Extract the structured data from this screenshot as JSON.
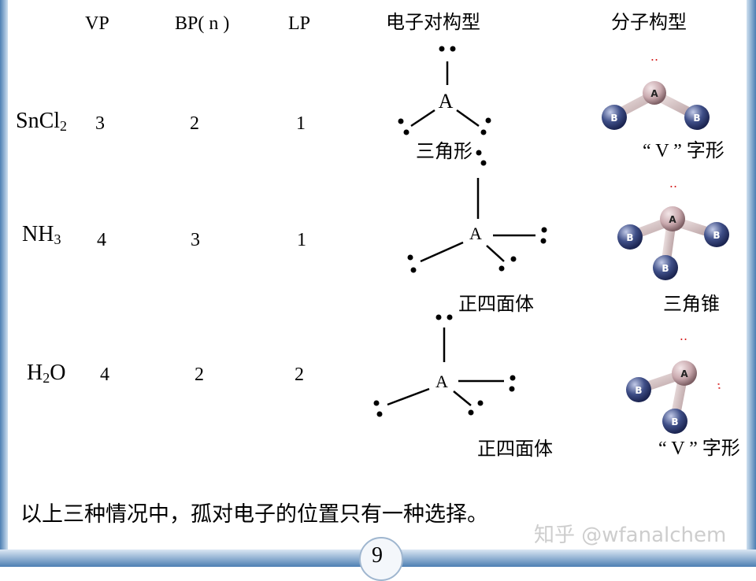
{
  "headers": {
    "vp": "VP",
    "bp": "BP( n )",
    "lp": "LP",
    "electron_pair_geometry": "电子对构型",
    "molecular_geometry": "分子构型"
  },
  "rows": [
    {
      "formula_main": "SnCl",
      "formula_sub": "2",
      "formula_tail": "",
      "vp": "3",
      "bp": "2",
      "lp": "1",
      "electron_geometry": "三角形",
      "molecular_geometry": "“ V ” 字形"
    },
    {
      "formula_main": "NH",
      "formula_sub": "3",
      "formula_tail": "",
      "vp": "4",
      "bp": "3",
      "lp": "1",
      "electron_geometry": "正四面体",
      "molecular_geometry": "三角锥"
    },
    {
      "formula_main": "H",
      "formula_sub": "2",
      "formula_tail": "O",
      "vp": "4",
      "bp": "2",
      "lp": "2",
      "electron_geometry": "正四面体",
      "molecular_geometry": "“ V ” 字形"
    }
  ],
  "atom_labels": {
    "central": "A",
    "ligand": "B",
    "lone_pair": ".."
  },
  "conclusion": "以上三种情况中，孤对电子的位置只有一种选择。",
  "page_number": "9",
  "watermark": "知乎 @wfanalchem",
  "colors": {
    "edge": "#4d7fb3",
    "lone_pair_red": "#d62020",
    "atom_a": "#c9a9ae",
    "atom_b": "#3f4f88"
  }
}
